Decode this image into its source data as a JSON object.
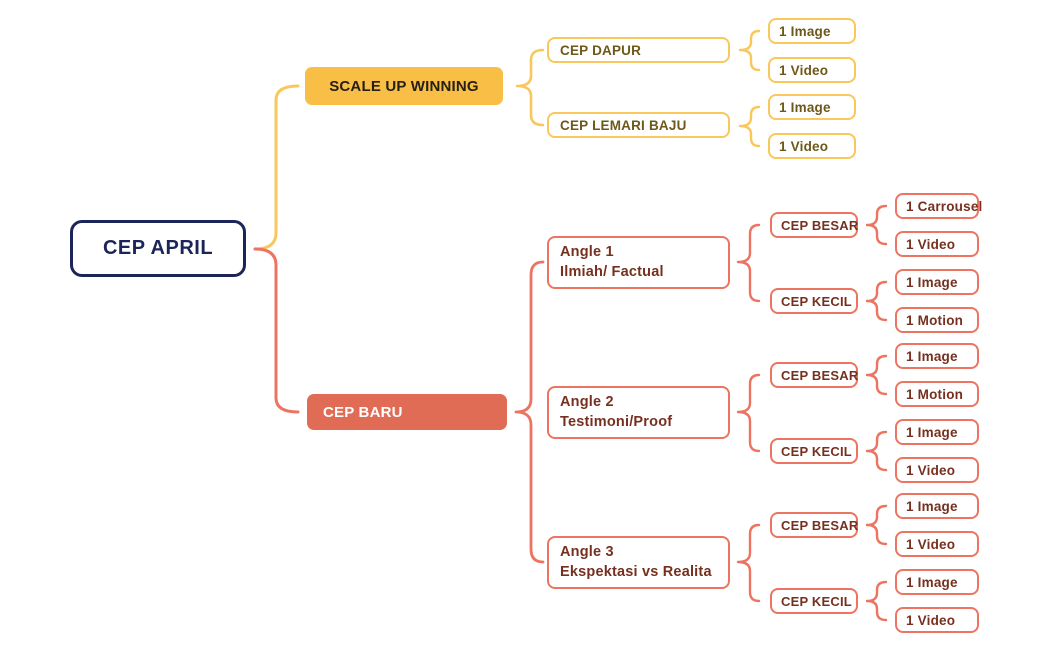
{
  "colors": {
    "navy": "#1B2559",
    "yellow_fill": "#F8BE45",
    "yellow_outline": "#F9C75B",
    "yellow_text": "#6E5819",
    "salmon_fill": "#E16C55",
    "salmon_outline": "#EC7460",
    "maroon_text": "#77301F"
  },
  "root": {
    "label": "CEP APRIL"
  },
  "yellow_branch": {
    "label": "SCALE UP WINNING",
    "children": [
      {
        "label": "CEP DAPUR",
        "items": [
          "1 Image",
          "1 Video"
        ]
      },
      {
        "label": "CEP LEMARI BAJU",
        "items": [
          "1 Image",
          "1 Video"
        ]
      }
    ]
  },
  "red_branch": {
    "label": "CEP BARU",
    "angles": [
      {
        "line1": "Angle 1",
        "line2": "Ilmiah/ Factual",
        "groups": [
          {
            "label": "CEP BESAR",
            "items": [
              "1 Carrousel",
              "1 Video"
            ]
          },
          {
            "label": "CEP KECIL",
            "items": [
              "1 Image",
              "1 Motion"
            ]
          }
        ]
      },
      {
        "line1": "Angle 2",
        "line2": "Testimoni/Proof",
        "groups": [
          {
            "label": "CEP BESAR",
            "items": [
              "1 Image",
              "1 Motion"
            ]
          },
          {
            "label": "CEP KECIL",
            "items": [
              "1 Image",
              "1 Video"
            ]
          }
        ]
      },
      {
        "line1": "Angle 3",
        "line2": "Ekspektasi vs Realita",
        "groups": [
          {
            "label": "CEP BESAR",
            "items": [
              "1 Image",
              "1 Video"
            ]
          },
          {
            "label": "CEP KECIL",
            "items": [
              "1 Image",
              "1 Video"
            ]
          }
        ]
      }
    ]
  }
}
